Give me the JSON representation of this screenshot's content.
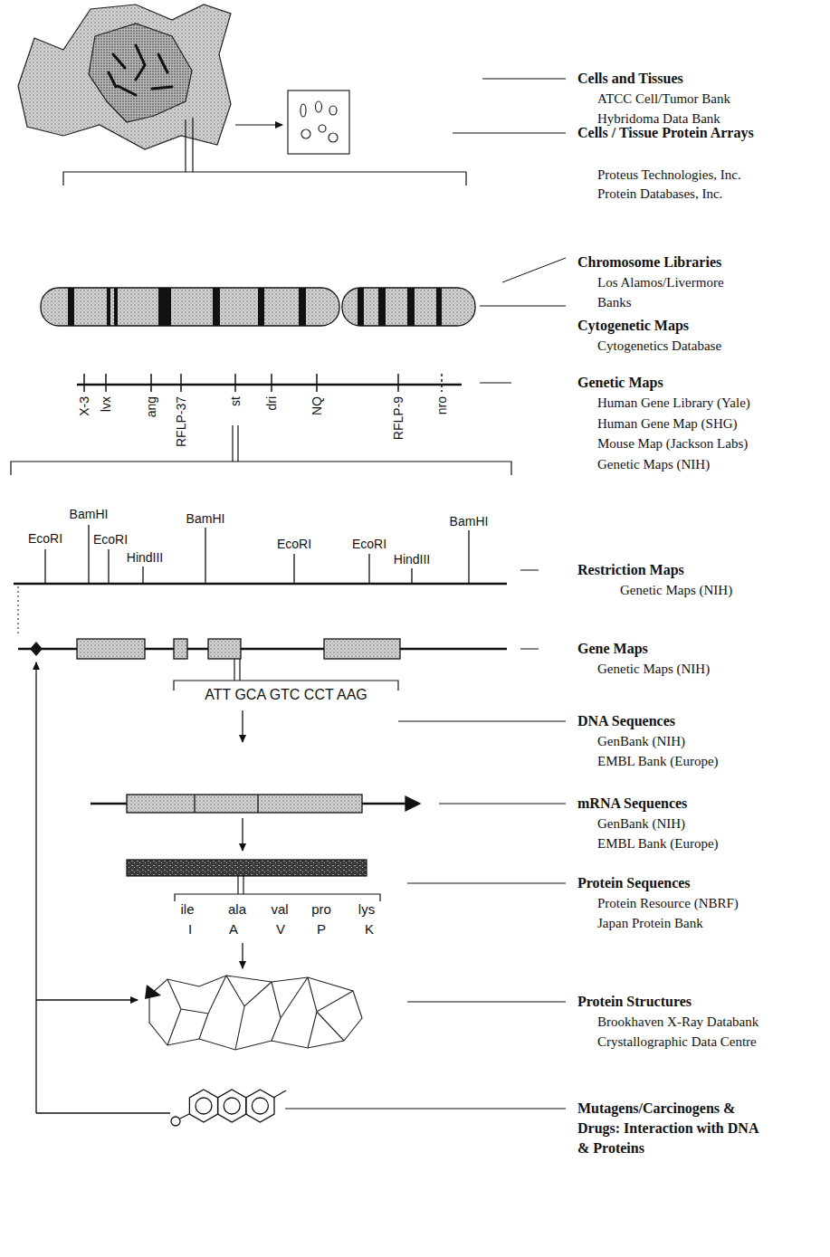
{
  "diagram": {
    "labels": [
      "Cells and Tissues",
      "ATCC Cell/Tumor Bank",
      "Hybridoma Data Bank",
      "Cells / Tissue Protein Arrays",
      "Proteus Technologies, Inc.",
      "Protein Databases, Inc.",
      "Chromosome Libraries",
      "Los Alamos/Livermore Banks",
      "Cytogenetic Maps",
      "Cytogenetics Database",
      "Genetic Maps",
      "Human Gene Library (Yale)",
      "Human Gene Map (SHG)",
      "Mouse Map (Jackson Labs)",
      "Genetic Maps (NIH)",
      "Restriction Maps",
      "Genetic Maps (NIH)",
      "Gene Maps",
      "Genetic Maps (NIH)",
      "DNA Sequences",
      "GenBank (NIH)",
      "EMBL Bank (Europe)",
      "mRNA Sequences",
      "GenBank (NIH)",
      "EMBL Bank (Europe)",
      "Protein Sequences",
      "Protein Resource (NBRF)",
      "Japan Protein Bank",
      "Protein Structures",
      "Brookhaven X-Ray Databank",
      "Crystallographic Data Centre",
      "Mutagens/Carcinogens & Drugs: Interaction with DNA & Proteins",
      "X-3",
      "lvx",
      "ang",
      "RFLP-37",
      "st",
      "dri",
      "NQ",
      "RFLP-9",
      "nro",
      "EcoRI",
      "BamHI",
      "EcoRI",
      "HindIII",
      "BamHI",
      "EcoRI",
      "EcoRI",
      "HindIII",
      "BamHI",
      "ATT GCA GTC CCT AAG",
      "ile",
      "ala",
      "val",
      "pro",
      "lys",
      "I",
      "A",
      "V",
      "P",
      "K"
    ]
  }
}
